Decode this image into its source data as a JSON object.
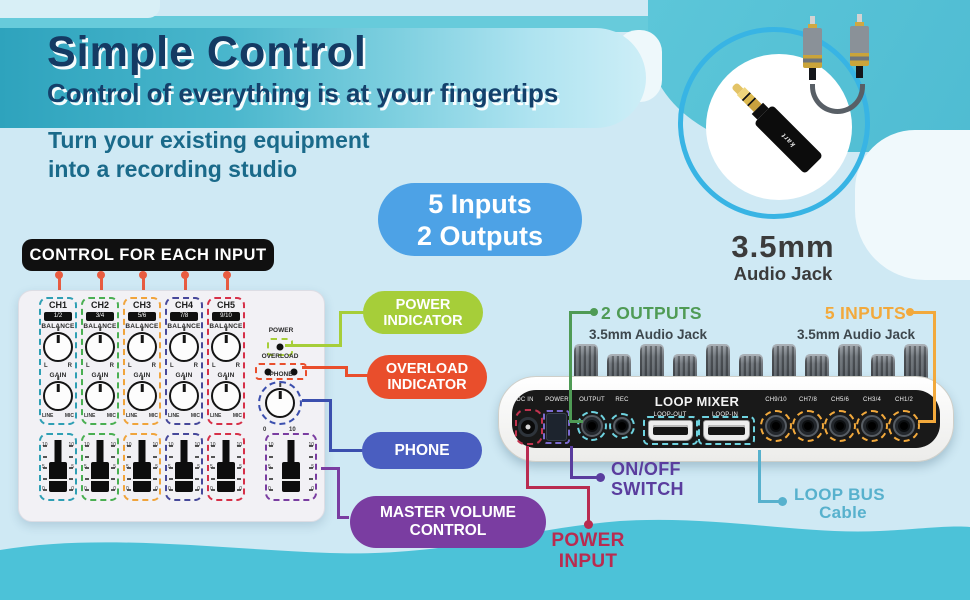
{
  "page": {
    "bg": "#cfe9f4",
    "top_teal": "#58c6da",
    "wave_color": "#4cc2d8"
  },
  "header": {
    "title": "Simple Control",
    "subtitle": "Control of everything is at your fingertips",
    "tagline_line1": "Turn your existing equipment",
    "tagline_line2": "into a recording studio"
  },
  "io_badge": {
    "line1": "5 Inputs",
    "line2": "2 Outputs",
    "bg": "#4da2e6"
  },
  "jack_feature": {
    "size": "3.5mm",
    "type": "Audio Jack",
    "plug_logo": "kart",
    "ring_color": "#38b4e4"
  },
  "control_section": {
    "heading": "CONTROL FOR EACH INPUT",
    "pointer_color": "#e85c40",
    "channels": [
      {
        "name": "CH1",
        "pair": "1/2",
        "color": "#2f9fb4"
      },
      {
        "name": "CH2",
        "pair": "3/4",
        "color": "#4aaf52"
      },
      {
        "name": "CH3",
        "pair": "5/6",
        "color": "#f0a43c"
      },
      {
        "name": "CH4",
        "pair": "7/8",
        "color": "#46489a"
      },
      {
        "name": "CH5",
        "pair": "9/10",
        "color": "#d63048"
      }
    ],
    "strip_labels": {
      "balance": "BALANCE",
      "gain": "GAIN",
      "left": "L",
      "right": "R",
      "line": "LINE",
      "mic": "MIC"
    },
    "fader_scale": {
      "top": "10",
      "mid": "5",
      "bottom": "0"
    },
    "side": {
      "power_label": "POWER",
      "power_color": "#a6ce39",
      "overload_label": "OVERLOAD",
      "overload_color": "#e94e2c",
      "phone_label": "PHONE",
      "phone_color": "#3b4fae",
      "phone_min": "0",
      "phone_max": "10",
      "master_color": "#7a3da1"
    }
  },
  "callouts": {
    "power_indicator": {
      "line1": "POWER",
      "line2": "INDICATOR",
      "bg": "#a6ce39"
    },
    "overload_indicator": {
      "line1": "OVERLOAD",
      "line2": "INDICATOR",
      "bg": "#e94e2c"
    },
    "phone": {
      "label": "PHONE",
      "bg": "#4a5ec0"
    },
    "master_volume": {
      "line1": "MASTER VOLUME",
      "line2": "CONTROL",
      "bg": "#7a3da1"
    }
  },
  "device_section": {
    "outputs_callout": {
      "title": "2 OUTPUTS",
      "subtitle": "3.5mm Audio Jack",
      "color": "#4f9b55"
    },
    "inputs_callout": {
      "title": "5 INPUTS",
      "subtitle": "3.5mm Audio Jack",
      "color": "#f2a93c"
    },
    "panel": {
      "dc_in": "DC IN",
      "power": "POWER",
      "output": "OUTPUT",
      "rec": "REC",
      "name": "LOOP MIXER",
      "loop_out": "LOOP-OUT",
      "loop_in": "LOOP-IN",
      "inputs": [
        "CH9/10",
        "CH7/8",
        "CH5/6",
        "CH3/4",
        "CH1/2"
      ],
      "input_dash_color": "#f2a93c",
      "io_dash_color": "#6fd3e0"
    },
    "on_off": {
      "line1": "ON/OFF",
      "line2": "SWITCH",
      "color": "#5a3d9e"
    },
    "power_input": {
      "line1": "POWER",
      "line2": "INPUT",
      "color": "#b92b50"
    },
    "loop_bus": {
      "line1": "LOOP BUS",
      "line2": "Cable",
      "color": "#57b1cd"
    }
  }
}
